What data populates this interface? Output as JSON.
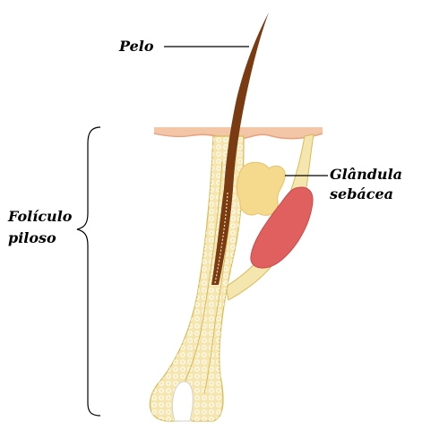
{
  "labels": {
    "hair": "Pelo",
    "follicle_line1": "Folículo",
    "follicle_line2": "piloso",
    "gland_line1": "Glândula",
    "gland_line2": "sebácea"
  },
  "colors": {
    "skin": "#f2c6a6",
    "skin_edge": "#e8a07f",
    "follicle_fill": "#f5e6b0",
    "follicle_edge": "#d9bb55",
    "cells": "#ffffff",
    "hair_shaft": "#7a3a12",
    "gland": "#f5d98c",
    "muscle": "#e06060",
    "muscle_edge": "#c94848",
    "papilla": "#ffffff",
    "line": "#000000"
  }
}
